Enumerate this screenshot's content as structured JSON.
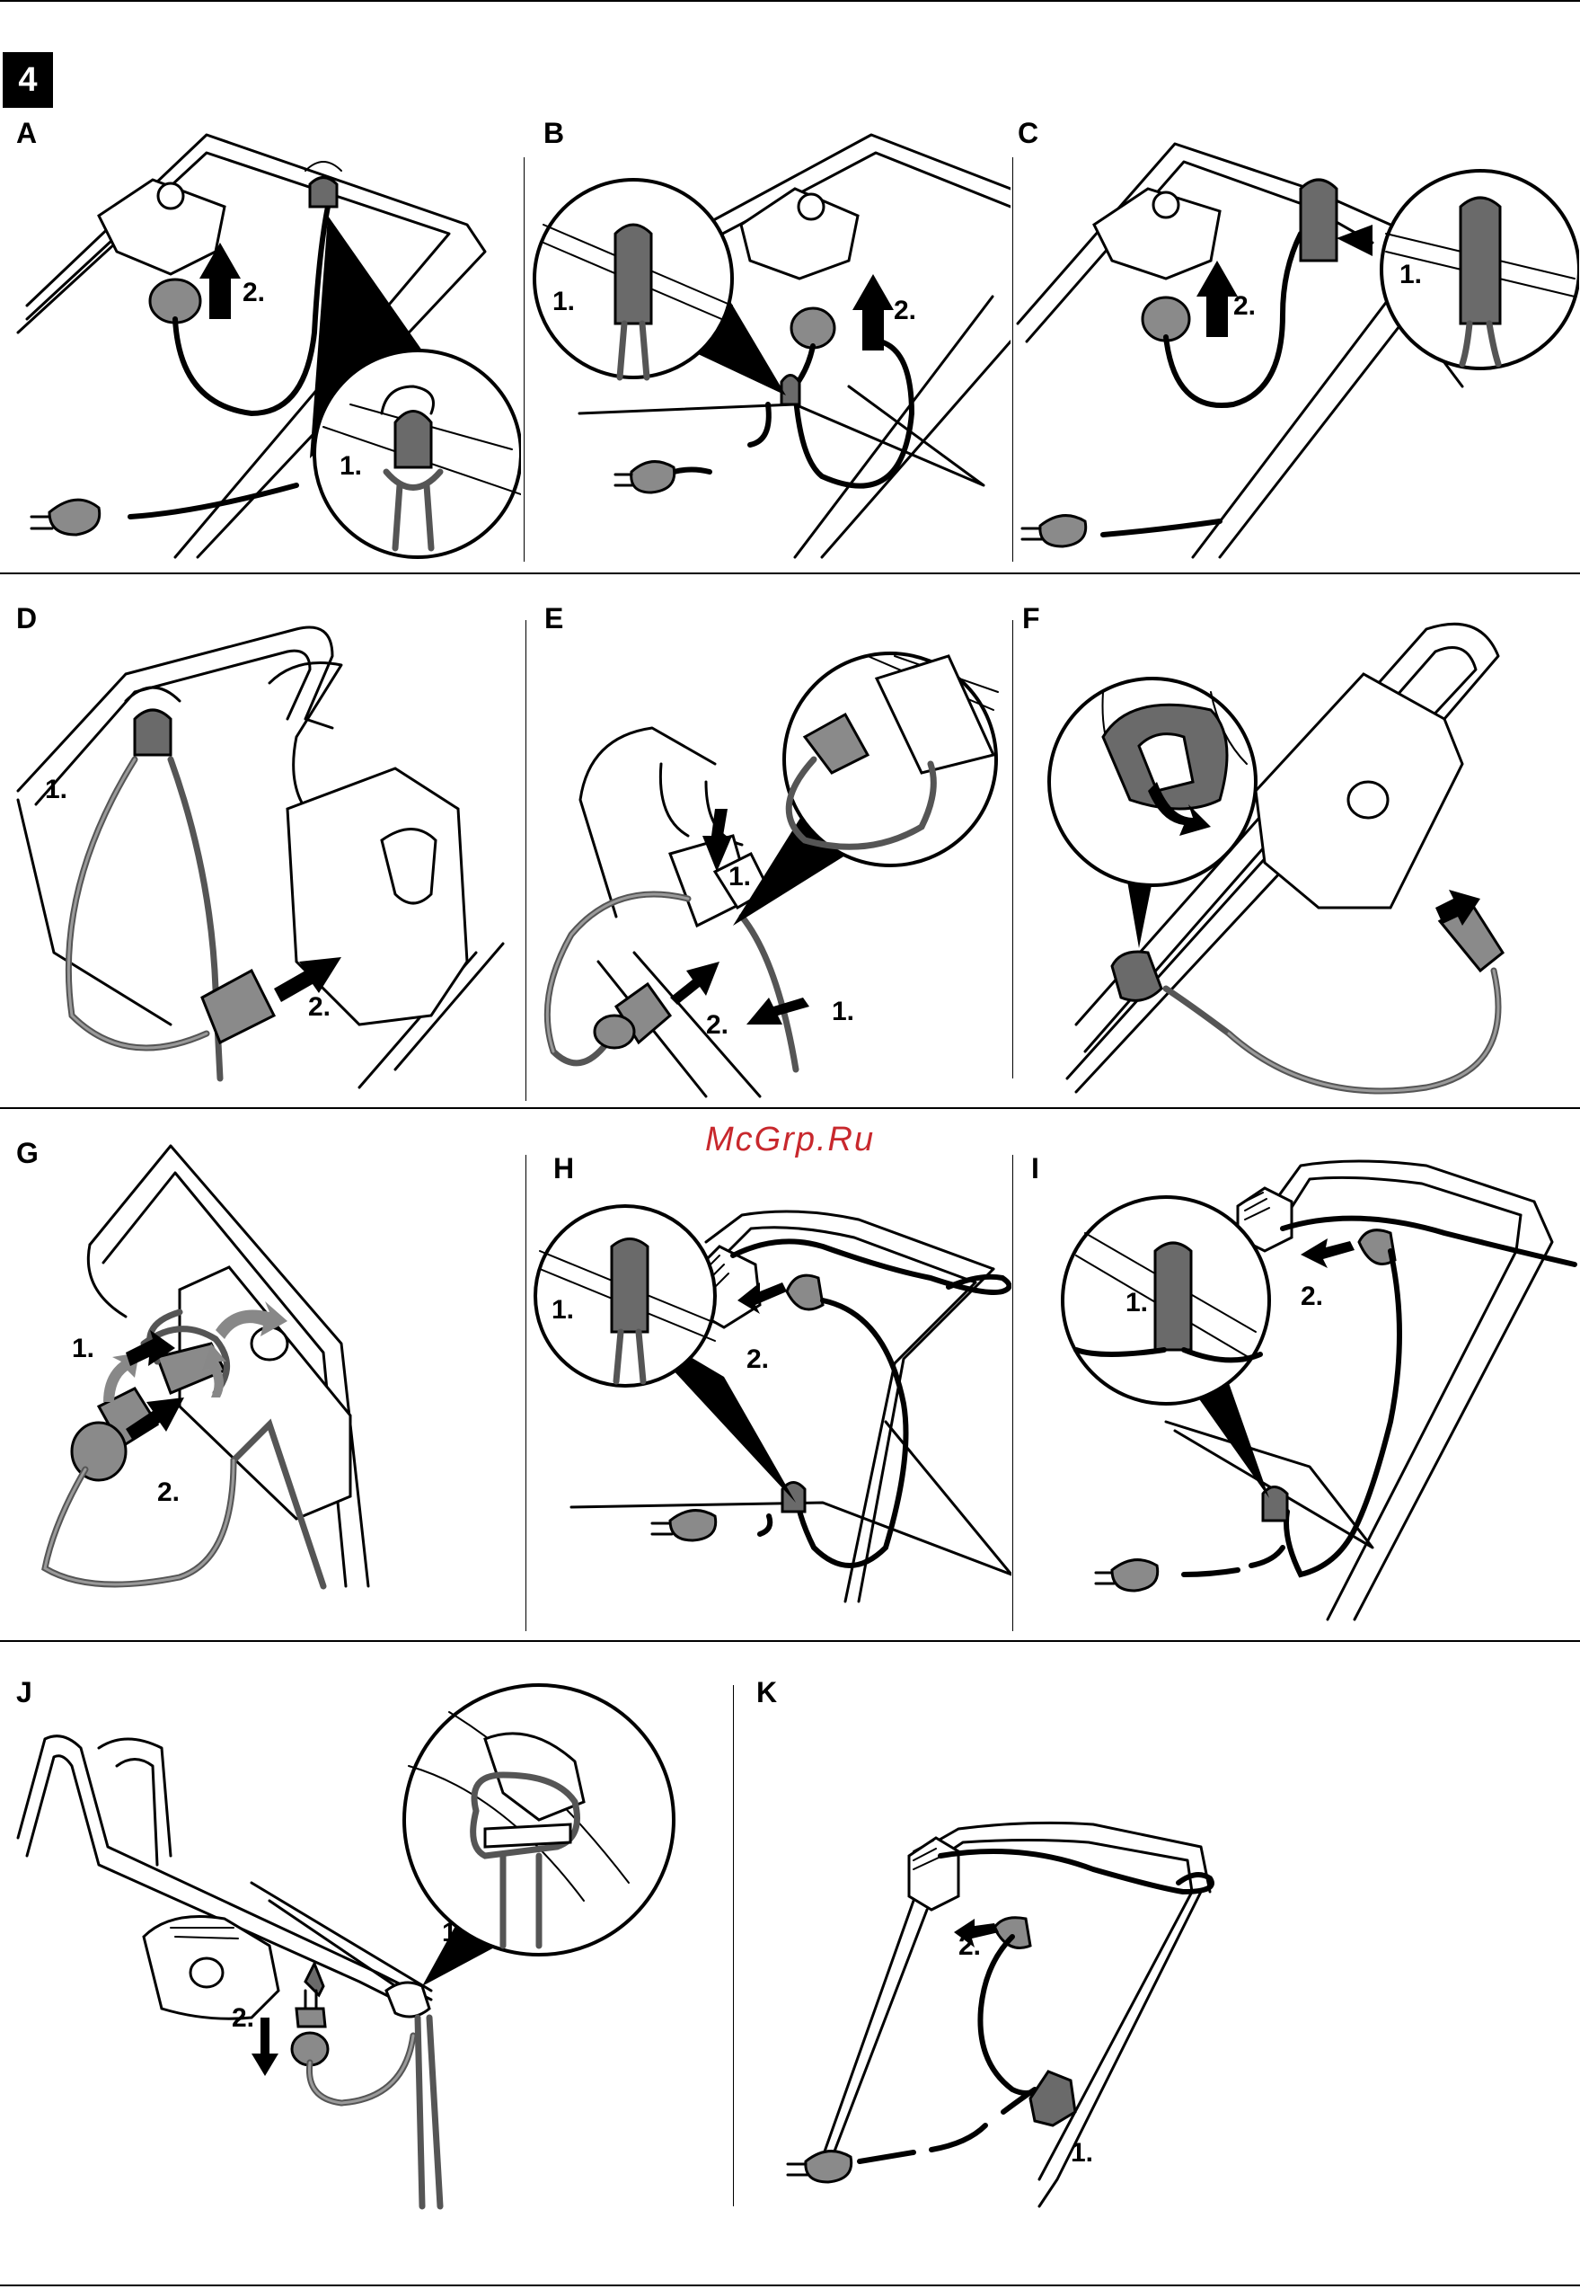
{
  "section_number": "4",
  "watermark": "McGrp.Ru",
  "panels": [
    {
      "letter": "A",
      "labels": [
        "1.",
        "2."
      ]
    },
    {
      "letter": "B",
      "labels": [
        "1.",
        "2."
      ]
    },
    {
      "letter": "C",
      "labels": [
        "1.",
        "2."
      ]
    },
    {
      "letter": "D",
      "labels": [
        "1.",
        "2."
      ]
    },
    {
      "letter": "E",
      "labels": [
        "1.",
        "1.",
        "2."
      ]
    },
    {
      "letter": "F",
      "labels": []
    },
    {
      "letter": "G",
      "labels": [
        "1.",
        "2."
      ]
    },
    {
      "letter": "H",
      "labels": [
        "1.",
        "2."
      ]
    },
    {
      "letter": "I",
      "labels": [
        "1.",
        "2."
      ]
    },
    {
      "letter": "J",
      "labels": [
        "1.",
        "2."
      ]
    },
    {
      "letter": "K",
      "labels": [
        "1.",
        "2."
      ]
    }
  ]
}
